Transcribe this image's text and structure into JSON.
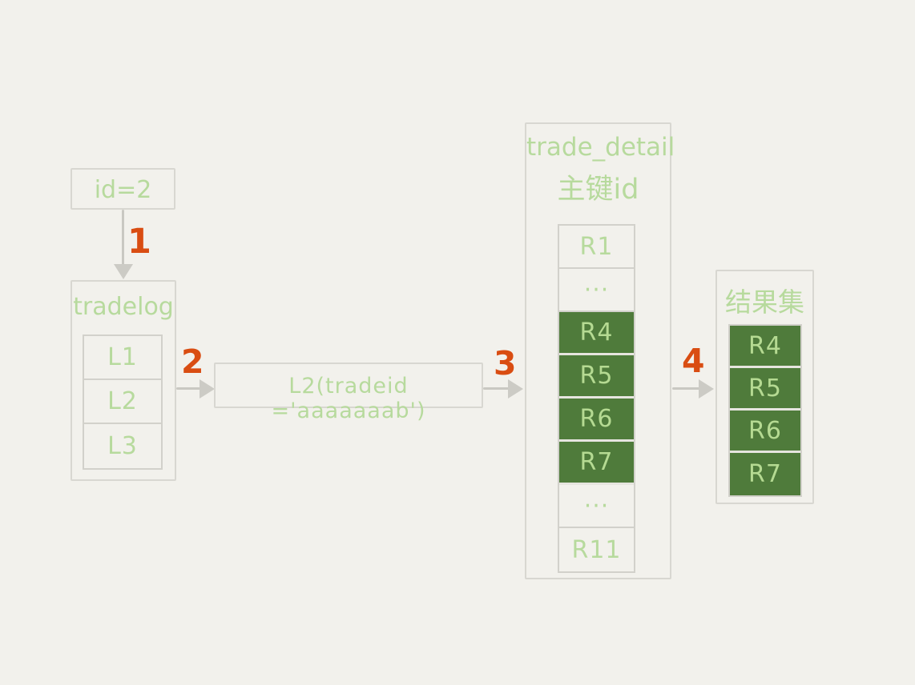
{
  "colors": {
    "background": "#f2f1ec",
    "box_border": "#d8d7d1",
    "light_green_text": "#b7da9d",
    "dark_green_fill": "#4f7b3b",
    "green_cell_text": "#b5da92",
    "orange_step": "#d94d12",
    "arrow_gray": "#c9c8c2"
  },
  "id_box": {
    "label": "id=2"
  },
  "steps": {
    "s1": "1",
    "s2": "2",
    "s3": "3",
    "s4": "4"
  },
  "tradelog": {
    "title": "tradelog",
    "rows": [
      "L1",
      "L2",
      "L3"
    ]
  },
  "condition_box": {
    "label": "L2(tradeid ='aaaaaaab')"
  },
  "trade_detail": {
    "title": "trade_detail",
    "subtitle": "主键id",
    "rows": [
      {
        "label": "R1",
        "highlight": false
      },
      {
        "label": "···",
        "highlight": false
      },
      {
        "label": "R4",
        "highlight": true
      },
      {
        "label": "R5",
        "highlight": true
      },
      {
        "label": "R6",
        "highlight": true
      },
      {
        "label": "R7",
        "highlight": true
      },
      {
        "label": "···",
        "highlight": false
      },
      {
        "label": "R11",
        "highlight": false
      }
    ]
  },
  "result_set": {
    "title": "结果集",
    "rows": [
      {
        "label": "R4",
        "highlight": true
      },
      {
        "label": "R5",
        "highlight": true
      },
      {
        "label": "R6",
        "highlight": true
      },
      {
        "label": "R7",
        "highlight": true
      }
    ]
  }
}
